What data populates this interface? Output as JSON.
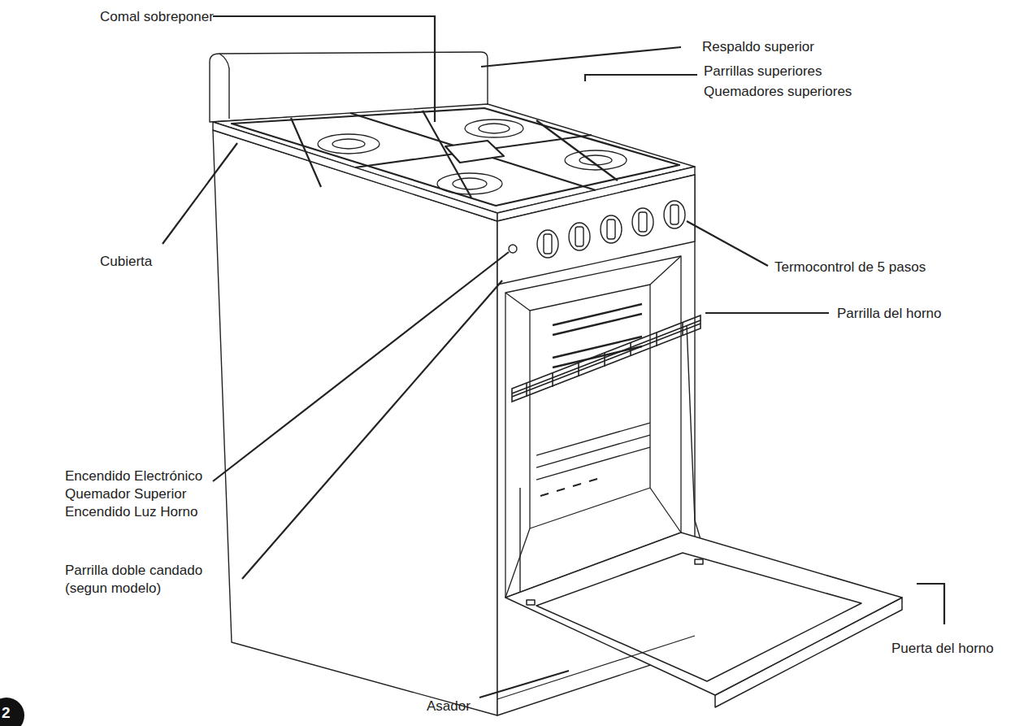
{
  "diagram": {
    "labels": [
      "Comal sobreponer",
      "Respaldo superior",
      "Parrillas superiores",
      "Quemadores superiores",
      "Cubierta",
      "Termocontrol de 5 pasos",
      "Encendido Electrónico",
      "Quemador Superior",
      "Encendido Luz Horno",
      "Parrilla doble candado (segun modelo)",
      "Parrilla del horno",
      "Puerta del horno",
      "Asador",
      "2"
    ]
  }
}
